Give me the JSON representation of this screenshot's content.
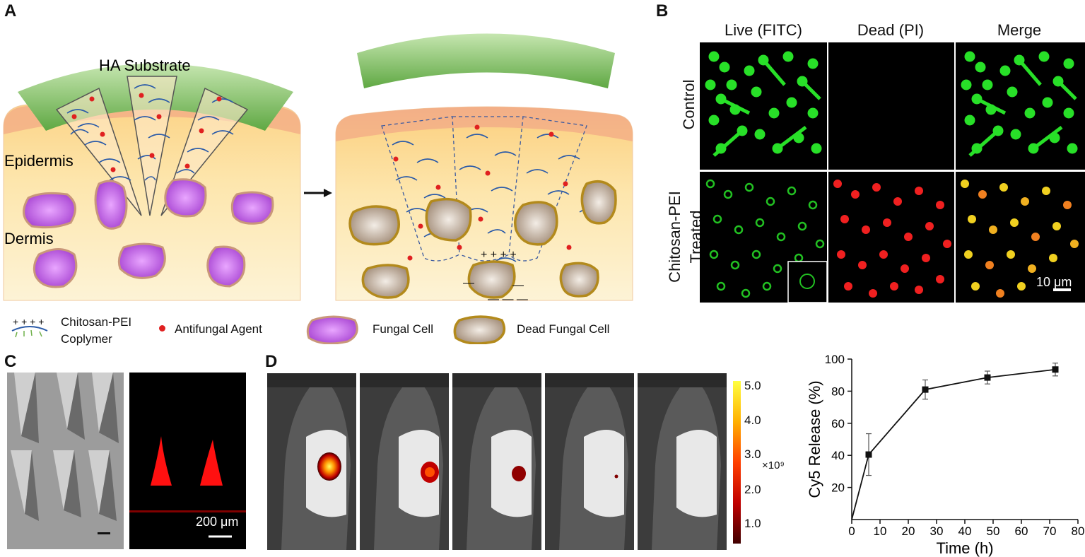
{
  "panels": {
    "A": {
      "label": "A",
      "substrate_label": "HA Substrate",
      "epidermis_label": "Epidermis",
      "dermis_label": "Dermis",
      "legend": {
        "copolymer_line1": "Chitosan-PEI",
        "copolymer_line2": "Coplymer",
        "agent": "Antifungal Agent",
        "fungal_cell": "Fungal Cell",
        "dead_cell": "Dead Fungal Cell"
      },
      "colors": {
        "substrate": "#7cbf5c",
        "skin_top": "#f2b58a",
        "epidermis": "#fcd98e",
        "dermis": "#fdf0c6",
        "fungal": "#b34fd6",
        "dead": "#a08a74",
        "agent": "#e02020",
        "polymer": "#2a5aa8"
      }
    },
    "B": {
      "label": "B",
      "col_headers": [
        "Live (FITC)",
        "Dead (PI)",
        "Merge"
      ],
      "row_labels": [
        "Control",
        "Chitosan-PEI\nTreated"
      ],
      "row_label_line1": "Chitosan-PEI",
      "row_label_line2": "Treated",
      "scale": "10 μm"
    },
    "C": {
      "label": "C",
      "scale": "200 μm"
    },
    "D": {
      "label": "D",
      "colorbar": {
        "ticks": [
          "5.0",
          "4.0",
          "3.0",
          "2.0",
          "1.0"
        ],
        "multiplier": "×10⁹",
        "colors": [
          "#ffff40",
          "#ffb000",
          "#ff4000",
          "#c00000",
          "#400000"
        ]
      }
    }
  },
  "chart_data": {
    "type": "line",
    "x": [
      0,
      6,
      26,
      48,
      72
    ],
    "y": [
      0,
      40.5,
      81,
      88.5,
      93.5
    ],
    "yerr": [
      0,
      13,
      6,
      4,
      4
    ],
    "xlabel": "Time (h)",
    "ylabel": "Cy5 Release (%)",
    "xlim": [
      0,
      80
    ],
    "ylim": [
      0,
      100
    ],
    "xticks": [
      "0",
      "10",
      "20",
      "30",
      "40",
      "50",
      "60",
      "70",
      "80"
    ],
    "yticks": [
      "20",
      "40",
      "60",
      "80",
      "100"
    ],
    "grid": false
  }
}
